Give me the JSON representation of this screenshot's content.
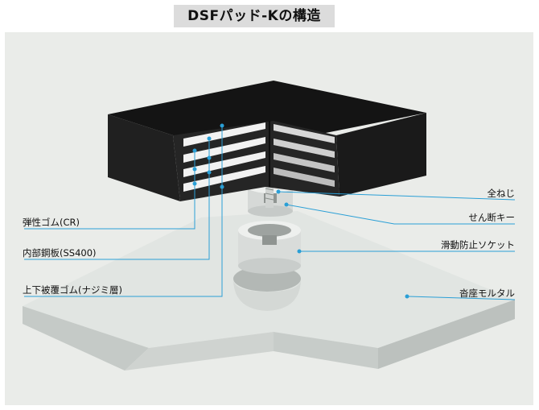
{
  "title": "DSFパッド-Kの構造",
  "labels": {
    "elastic_rubber": "弾性ゴム(CR)",
    "steel_plate": "内部鋼板(SS400)",
    "cover_rubber": "上下被覆ゴム(ナジミ層)",
    "full_thread_bolt": "全ねじ",
    "shear_key": "せん断キー",
    "anti_slip_socket": "滑動防止ソケット",
    "bed_mortar": "沓座モルタル"
  },
  "colors": {
    "leader_line": "#2a9fd6",
    "pad_black": "#1b1b1b",
    "background_panel": "#e8ebe9",
    "base_top": "#dfe3e0",
    "base_side": "#c6cbc8"
  }
}
